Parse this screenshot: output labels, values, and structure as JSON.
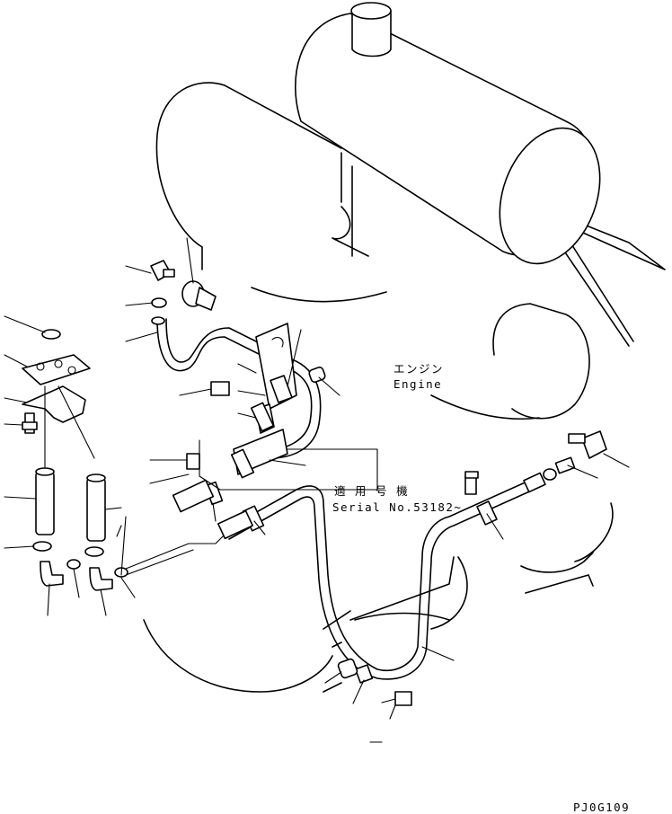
{
  "labels": {
    "engine_ja": "エンジン",
    "engine_en": "Engine",
    "serial_ja": "適 用 号 機",
    "serial_en": "Serial No.53182~",
    "drawing_code": "PJ0G109"
  }
}
